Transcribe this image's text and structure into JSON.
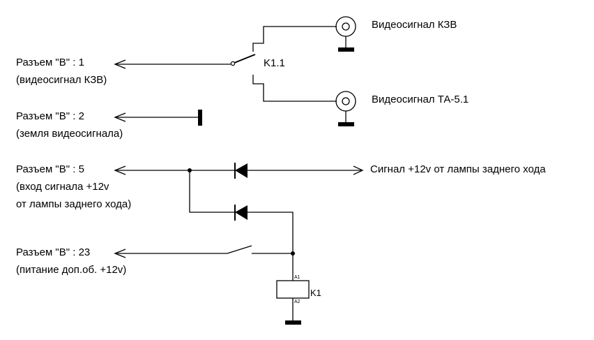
{
  "connectors": [
    {
      "title": "Разъем \"В\" : 1",
      "desc": [
        "(видеосигнал КЗВ)"
      ]
    },
    {
      "title": "Разъем \"В\" : 2",
      "desc": [
        "(земля видеосигнала)"
      ]
    },
    {
      "title": "Разъем \"В\" : 5",
      "desc": [
        "(вход сигнала +12v",
        "от лампы заднего хода)"
      ]
    },
    {
      "title": "Разъем \"В\" : 23",
      "desc": [
        "(питание доп.об. +12v)"
      ]
    }
  ],
  "outputs": {
    "video_kzv": "Видеосигнал КЗВ",
    "video_ta": "Видеосигнал ТА-5.1",
    "reverse_signal": "Сигнал +12v от лампы заднего хода"
  },
  "relay": {
    "contact_label": "K1.1",
    "coil_label": "K1",
    "pin_a1": "A1",
    "pin_a2": "A2"
  }
}
